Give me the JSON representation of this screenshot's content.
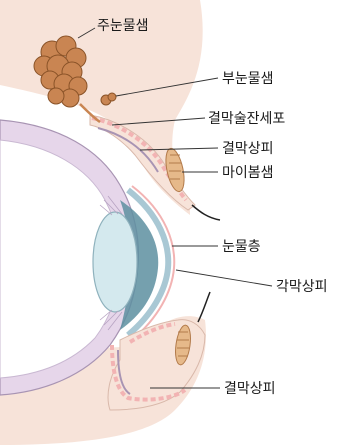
{
  "labels": {
    "main_lacrimal_gland": "주눈물샘",
    "accessory_lacrimal_gland": "부눈물샘",
    "conjunctival_goblet_cell": "결막술잔세포",
    "conjunctival_epithelium_upper": "결막상피",
    "meibomian_gland": "마이봄샘",
    "tear_film": "눈물층",
    "corneal_epithelium": "각막상피",
    "conjunctival_epithelium_lower": "결막상피"
  },
  "colors": {
    "skin": "#f7e3d9",
    "skin_edge": "#d9b8aa",
    "sclera": "#e6d6ea",
    "sclera_edge": "#a894b3",
    "conjunctiva": "#f2b3b3",
    "lacrimal_gland": "#c98552",
    "lens": "#d4e9ee",
    "cornea": "#a9c8d4",
    "leader_line": "#333333"
  }
}
